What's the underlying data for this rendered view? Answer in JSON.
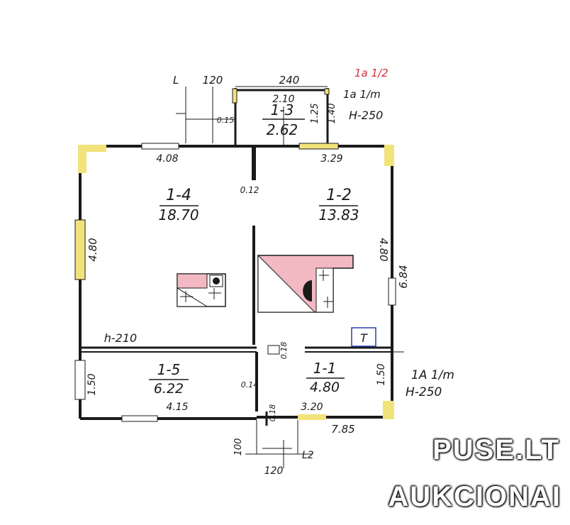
{
  "rooms": [
    {
      "id": "1-4",
      "area": "18.70"
    },
    {
      "id": "1-2",
      "area": "13.83"
    },
    {
      "id": "1-3",
      "area": "2.62"
    },
    {
      "id": "1-5",
      "area": "6.22"
    },
    {
      "id": "1-1",
      "area": "4.80"
    }
  ],
  "dimensions": {
    "top_left_stair": "120",
    "top_porch": "240",
    "porch_inner": "2.10",
    "porch_side_a": "1.25",
    "porch_side_b": "1.40",
    "porch_wall": "0.15",
    "room_14_width": "4.08",
    "room_12_width": "3.29",
    "wall_mid": "0.12",
    "left_height": "4.80",
    "right_height": "4.80",
    "outer_height": "6.84",
    "room_15_height": "1.50",
    "room_11_height": "1.50",
    "room_15_width": "4.15",
    "room_11_width": "3.20",
    "wall_lower": "0.14",
    "wall_door_a": "0.18",
    "wall_door_b": "0.18",
    "total_width": "7.85",
    "bottom_stair_depth": "100",
    "bottom_stair_width": "120",
    "ceiling_height": "h-210"
  },
  "labels": {
    "stair_top": "L",
    "stair_bottom": "L2",
    "porch_code": "1a 1/m",
    "porch_height": "H-250",
    "annex_code": "1A 1/m",
    "annex_height": "H-250",
    "red_note": "1a 1/2",
    "toilet": "T"
  },
  "watermark": {
    "line1": "PUSE.LT",
    "line2": "AUKCIONAI"
  },
  "colors": {
    "wall": "#1a1a1a",
    "window": "#f2e27a",
    "stove": "#f3b9c3",
    "red_note": "#d23040"
  }
}
